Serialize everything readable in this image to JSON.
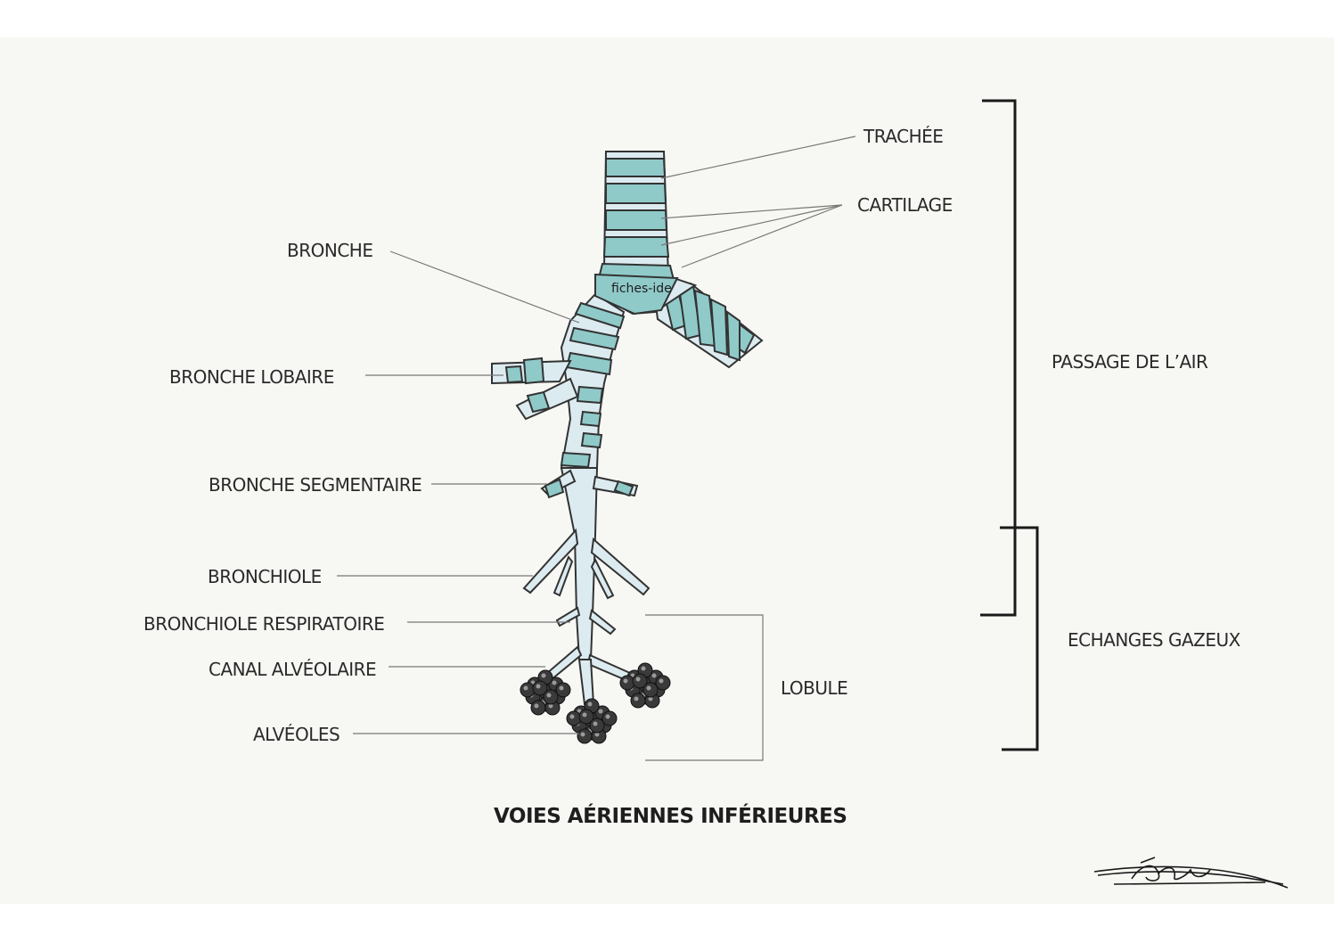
{
  "labels": {
    "trachee": "TRACHÉE",
    "cartilage": "CARTILAGE",
    "bronche": "BRONCHE",
    "bronche_lobaire": "BRONCHE LOBAIRE",
    "bronche_segmentaire": "BRONCHE SEGMENTAIRE",
    "bronchiole": "BRONCHIOLE",
    "bronchiole_respiratoire": "BRONCHIOLE RESPIRATOIRE",
    "canal_alveolaire": "CANAL ALVÉOLAIRE",
    "alveoles": "ALVÉOLES",
    "lobule": "LOBULE",
    "passage_air": "PASSAGE DE L’AIR",
    "echanges_gazeux": "ECHANGES GAZEUX"
  },
  "title": "VOIES AÉRIENNES INFÉRIEURES",
  "watermark": "fiches-ide",
  "colors": {
    "cartilage": "#8fcac9",
    "airway": "#dcebf0",
    "outline": "#333333",
    "alveoli": "#3a3a3a",
    "background": "#f7f7f4"
  }
}
